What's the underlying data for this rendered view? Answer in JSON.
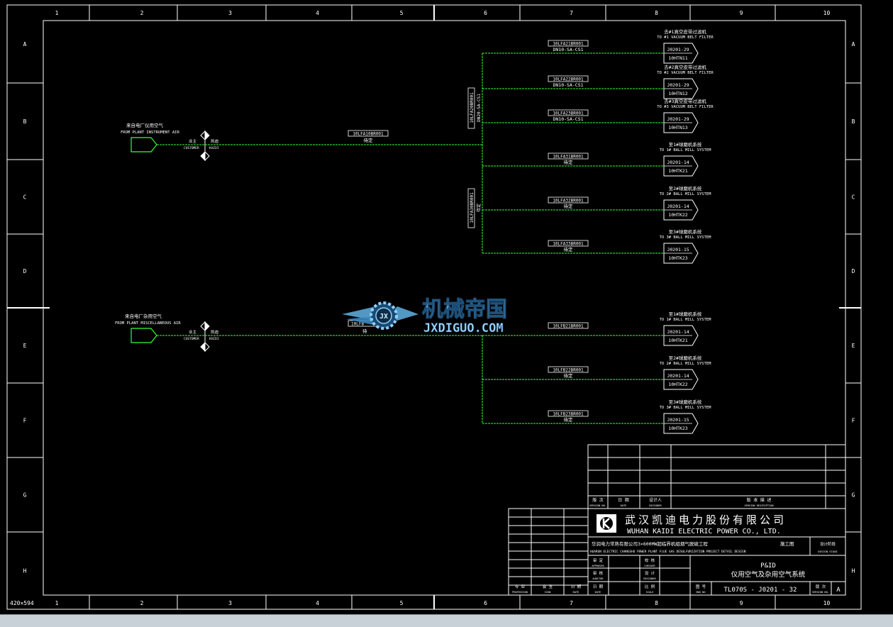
{
  "sheet": {
    "size_label": "420×594",
    "col_labels": [
      "1",
      "2",
      "3",
      "4",
      "5",
      "6",
      "7",
      "8",
      "9",
      "10"
    ],
    "row_labels": [
      "A",
      "B",
      "C",
      "D",
      "E",
      "F",
      "G",
      "H"
    ],
    "colors": {
      "background": "#000000",
      "frame": "#ffffff",
      "pipe": "#39ff39",
      "equipment": "#39ff39"
    }
  },
  "instrument_air": {
    "source_cn": "来自电厂仪用空气",
    "source_en": "FROM PLANT INSTRUMENT AIR",
    "boundary_left_cn": "业主",
    "boundary_left_en": "CUSTOMER",
    "boundary_right_cn": "凯迪",
    "boundary_right_en": "KAIDI",
    "main_line_tag": "10LFA10BR001",
    "main_line_spec": "待定",
    "vertical_tag_1": "10LFA20BR001",
    "vertical_spec_1": "DN20-SA-CS1",
    "vertical_tag_2": "10LFA30BR001",
    "vertical_spec_2": "待定",
    "branches": [
      {
        "line_tag": "10LFA21BR001",
        "line_spec": "DN10-SA-CS1",
        "dest_cn": "去#1真空皮带过滤机",
        "dest_en": "TO #1 VACUUM BELT FILTER",
        "drawing": "J0201-29",
        "equipment": "10HTN11"
      },
      {
        "line_tag": "10LFA22BR001",
        "line_spec": "DN10-SA-CS1",
        "dest_cn": "去#2真空皮带过滤机",
        "dest_en": "TO #2 VACUUM BELT FILTER",
        "drawing": "J0201-29",
        "equipment": "10HTN12"
      },
      {
        "line_tag": "10LFA23BR001",
        "line_spec": "DN10-SA-CS1",
        "dest_cn": "去#3真空皮带过滤机",
        "dest_en": "TO #3 VACUUM BELT FILTER",
        "drawing": "J0201-29",
        "equipment": "10HTN13"
      },
      {
        "line_tag": "10LFA31BR001",
        "line_spec": "待定",
        "dest_cn": "至1#球磨机系统",
        "dest_en": "TO 1# BALL MILL SYSTEM",
        "drawing": "J0201-14",
        "equipment": "10HTK21"
      },
      {
        "line_tag": "10LFA32BR001",
        "line_spec": "待定",
        "dest_cn": "至2#球磨机系统",
        "dest_en": "TO 2# BALL MILL SYSTEM",
        "drawing": "J0201-14",
        "equipment": "10HTK22"
      },
      {
        "line_tag": "10LFA33BR001",
        "line_spec": "待定",
        "dest_cn": "至3#球磨机系统",
        "dest_en": "TO 3# BALL MILL SYSTEM",
        "drawing": "J0201-15",
        "equipment": "10HTK23"
      }
    ]
  },
  "misc_air": {
    "source_cn": "来自电厂杂用空气",
    "source_en": "FROM PLANT MISCELLANEOUS AIR",
    "boundary_left_cn": "业主",
    "boundary_left_en": "CUSTOMER",
    "boundary_right_cn": "凯迪",
    "boundary_right_en": "KAIDI",
    "main_line_tag": "10LFB",
    "main_line_spec": "待",
    "branches": [
      {
        "line_tag": "10LFB21BR001",
        "line_spec": "",
        "dest_cn": "至1#球磨机系统",
        "dest_en": "TO 1# BALL MILL SYSTEM",
        "drawing": "J0201-14",
        "equipment": "10HTK21"
      },
      {
        "line_tag": "10LFB22BR001",
        "line_spec": "待定",
        "dest_cn": "至2#球磨机系统",
        "dest_en": "TO 2# BALL MILL SYSTEM",
        "drawing": "J0201-14",
        "equipment": "10HTK22"
      },
      {
        "line_tag": "10LFB23BR001",
        "line_spec": "待定",
        "dest_cn": "至3#球磨机系统",
        "dest_en": "TO 3# BALL MILL SYSTEM",
        "drawing": "J0201-15",
        "equipment": "10HTK23"
      }
    ]
  },
  "watermark": {
    "title_cn": "机械帝国",
    "site": "JXDIGUO.COM",
    "emblem_letters": "JX"
  },
  "title_block": {
    "revision_headers": {
      "rev_cn": "版 次",
      "rev_en": "VERSION NO.",
      "date_cn": "日 期",
      "date_en": "DATE",
      "designer_cn": "设计人",
      "designer_en": "DESIGNER",
      "desc_cn": "版 本 描 述",
      "desc_en": "VERSION DESCRIPTION"
    },
    "company_cn": "武汉凯迪电力股份有限公司",
    "company_en": "WUHAN KAIDI ELECTRIC POWER CO., LTD.",
    "project_cn": "华润电力常熟有限公司3×600MW超临界机组烟气脱硫工程",
    "project_stage_cn": "施工图",
    "project_en": "HUARUN ELECTRIC CHANGSHU POWER PLANT FLUE GAS DESULFURIZATION PROJECT DETAIL DESIGN",
    "design_stage_cn": "设计阶段",
    "design_stage_en": "DESIGN STAGE",
    "approver_cn": "审 定",
    "approver_en": "APPROVER",
    "checker_cn": "校 核",
    "checker_en": "CHECKER",
    "auditor_cn": "审 核",
    "auditor_en": "AUDITOR",
    "designer_cn": "设 计",
    "designer_en": "DESIGNER",
    "drawing_type": "P&ID",
    "drawing_title_cn": "仪用空气及杂用空气系统",
    "discipline_cn": "专 业",
    "discipline_en": "PROFESSION",
    "sign_cn": "会 签",
    "sign_en": "SIGN",
    "date_cn": "日 期",
    "date_en": "DATE",
    "scale_cn": "比 例",
    "scale_en": "SCALE",
    "dwg_no_cn": "图 号",
    "dwg_no_en": "DWG NO",
    "drawing_number": "TL070S - J0201 - 32",
    "rev_cn": "版 次",
    "rev_en": "VERSION NO.",
    "revision": "A"
  }
}
